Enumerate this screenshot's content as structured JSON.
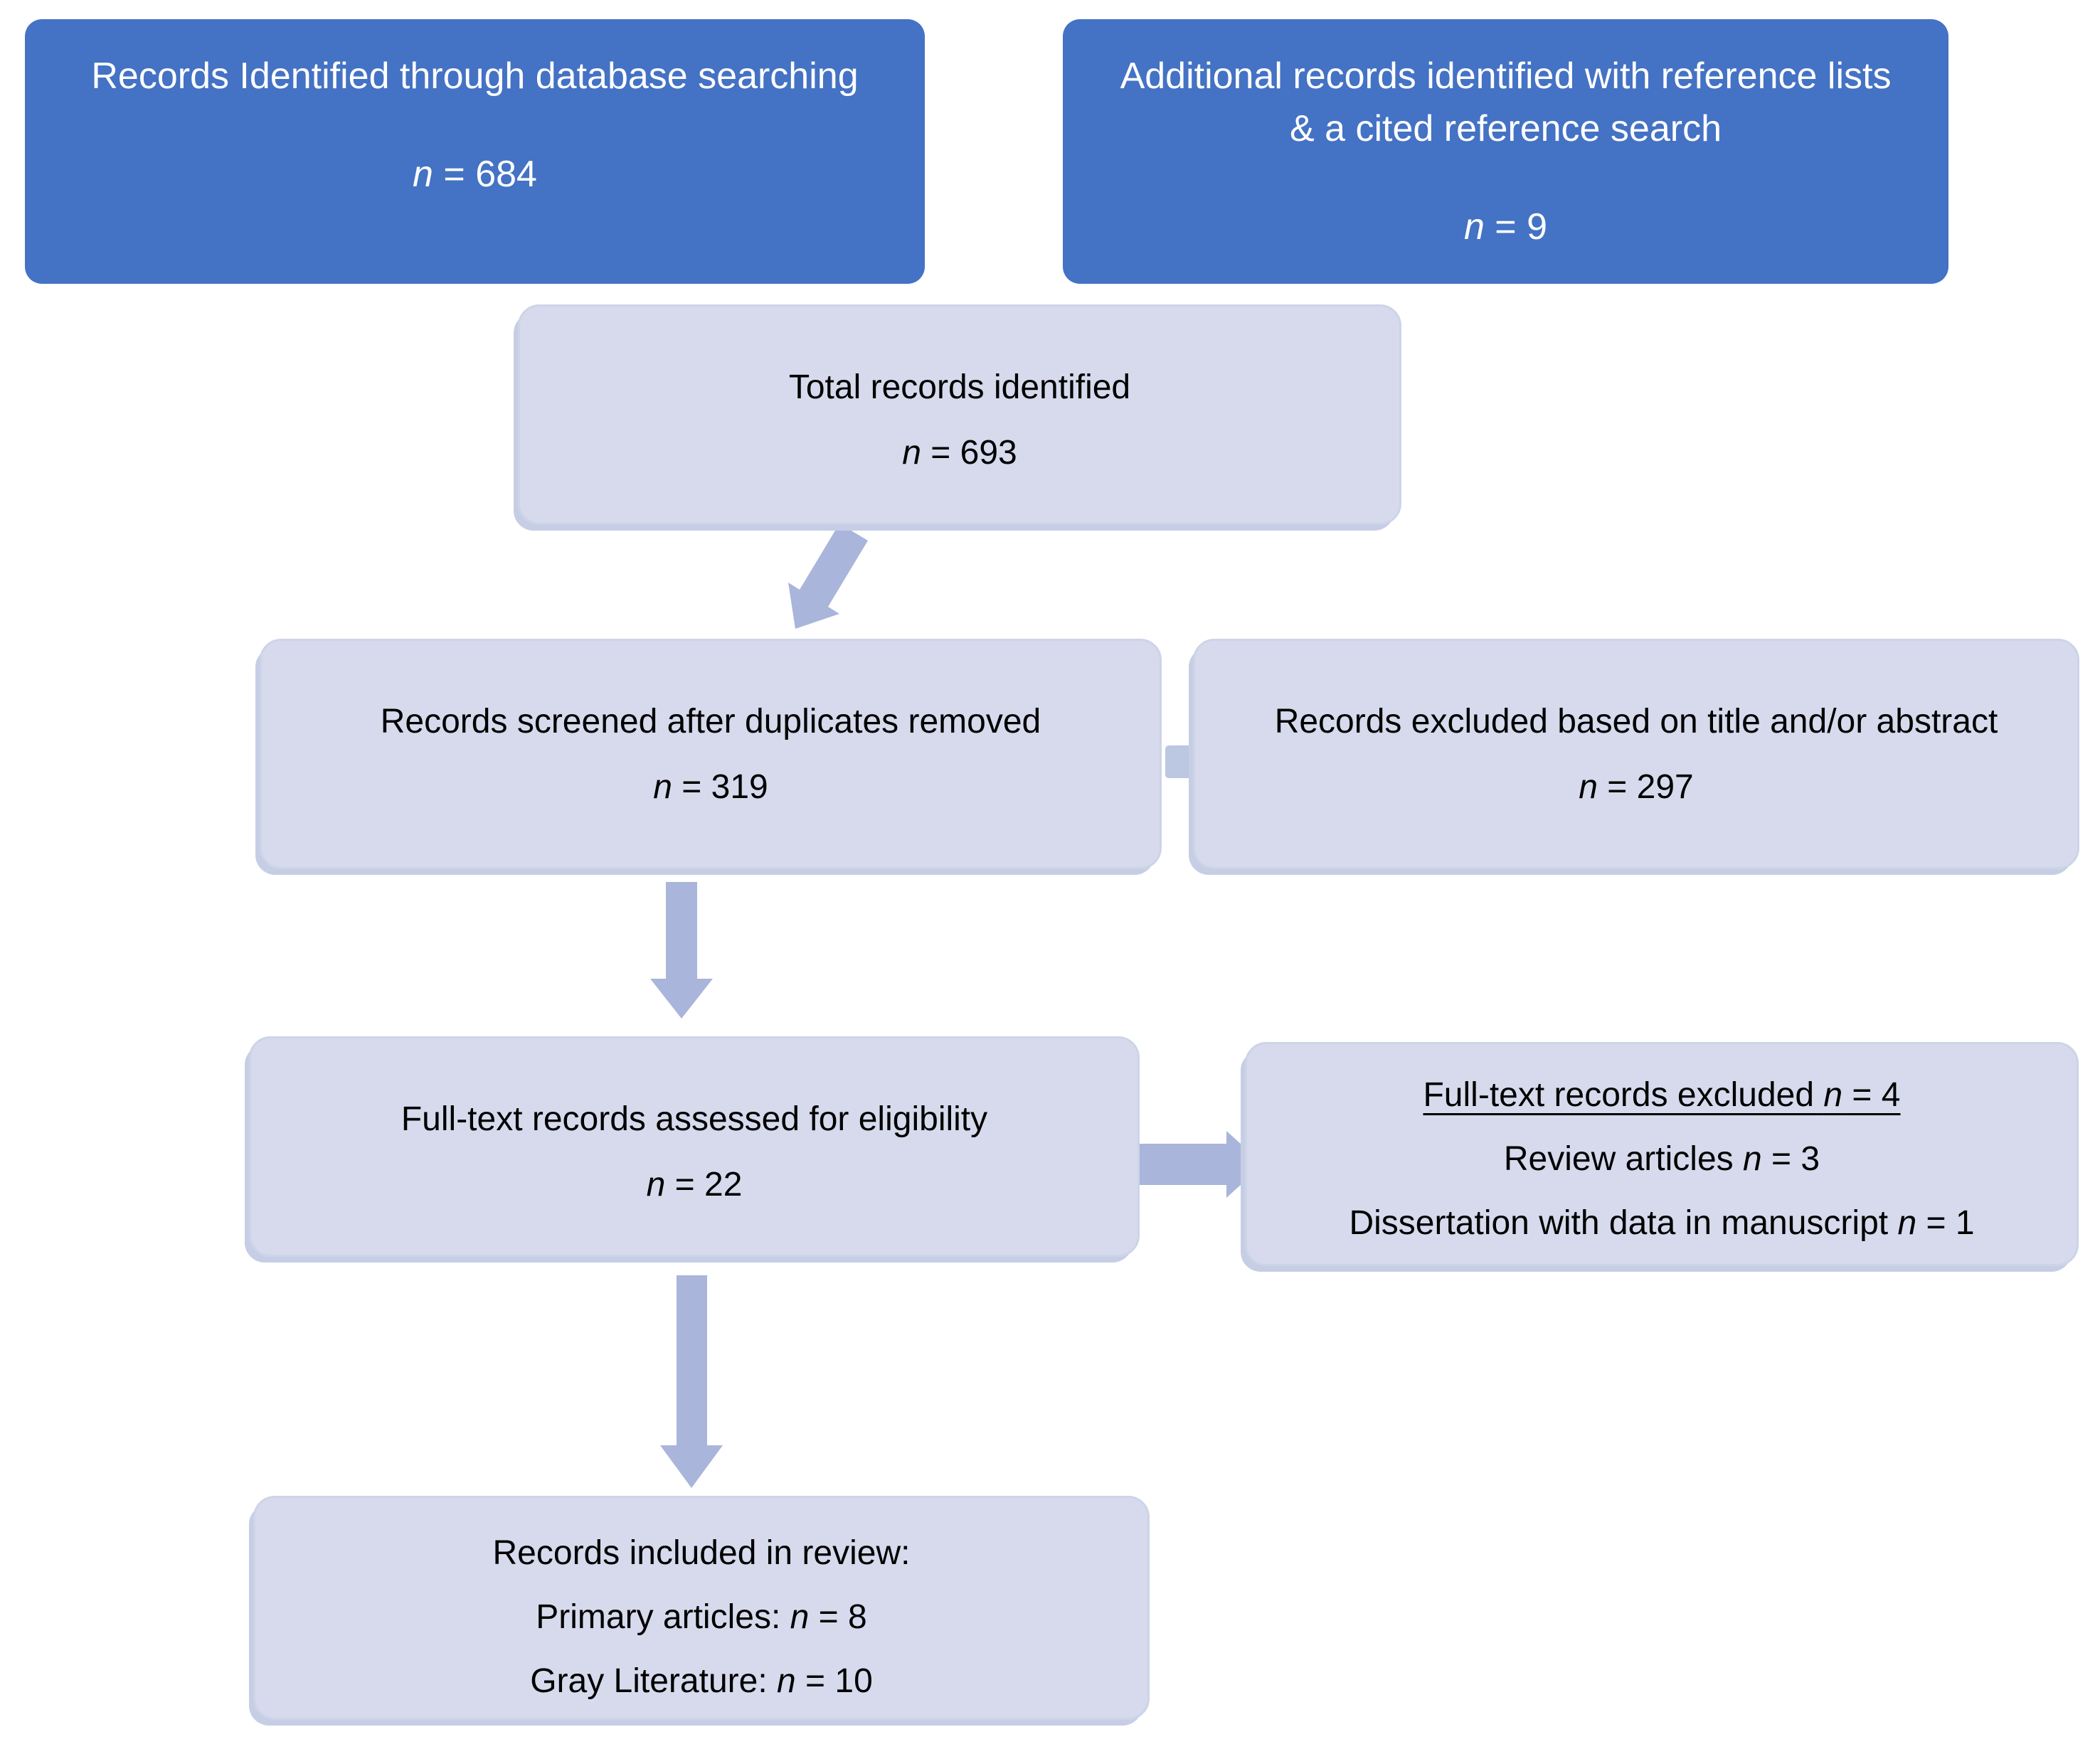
{
  "boxes": {
    "db_search": {
      "title": "Records Identified through database searching",
      "count": "n = 684"
    },
    "reference_search": {
      "title": "Additional records identified with reference lists & a cited reference search",
      "count": "n = 9"
    },
    "total_records": {
      "title": "Total records identified",
      "count": "n = 693"
    },
    "screened": {
      "title": "Records screened after duplicates removed",
      "count": "n = 319"
    },
    "excluded_title_abstract": {
      "title": "Records excluded based on title and/or abstract",
      "count": "n = 297"
    },
    "fulltext_assessed": {
      "title": "Full-text records assessed for eligibility",
      "count": "n = 22"
    },
    "fulltext_excluded": {
      "heading": "Full-text records excluded n = 4",
      "lines": [
        "Review articles n = 3",
        "Dissertation with data in manuscript n = 1"
      ]
    },
    "included": {
      "lines": [
        "Records included in review:",
        "Primary articles: n = 8",
        "Gray Literature: n = 10"
      ]
    }
  },
  "colors": {
    "primary_blue": "#4472c4",
    "light_box_fill": "#d6daec",
    "light_box_border": "#cdd4e8",
    "arrow": "#a9b5da",
    "arrow_stub": "#bcc7e2"
  }
}
